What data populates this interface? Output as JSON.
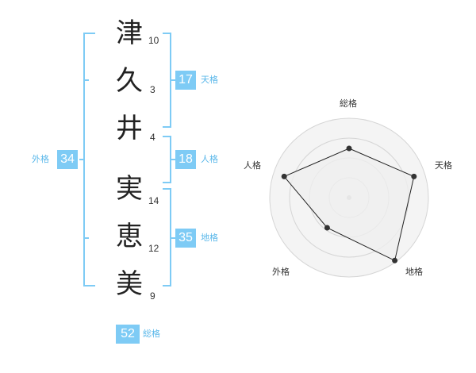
{
  "name": {
    "characters": [
      {
        "char": "津",
        "strokes": "10"
      },
      {
        "char": "久",
        "strokes": "3"
      },
      {
        "char": "井",
        "strokes": "4"
      },
      {
        "char": "実",
        "strokes": "14"
      },
      {
        "char": "恵",
        "strokes": "12"
      },
      {
        "char": "美",
        "strokes": "9"
      }
    ]
  },
  "scores": {
    "tenkaku": {
      "value": "17",
      "label": "天格"
    },
    "jinkaku": {
      "value": "18",
      "label": "人格"
    },
    "chikaku": {
      "value": "35",
      "label": "地格"
    },
    "gaikaku": {
      "value": "34",
      "label": "外格"
    },
    "soukaku": {
      "value": "52",
      "label": "総格"
    }
  },
  "radar": {
    "axes": [
      "総格",
      "天格",
      "地格",
      "外格",
      "人格"
    ],
    "levels": 4,
    "values": [
      0.62,
      0.86,
      0.98,
      0.47,
      0.86
    ],
    "colors": {
      "ring": "#d5d5d5",
      "ring_fill": "#f4f4f4",
      "center_dot": "#cccccc",
      "polygon_fill": "#efefef",
      "polygon_stroke": "#222222",
      "point": "#333333"
    }
  },
  "colors": {
    "bracket": "#7ecbf5",
    "score_box": "#7ecbf5",
    "score_label": "#5bb8ea"
  }
}
